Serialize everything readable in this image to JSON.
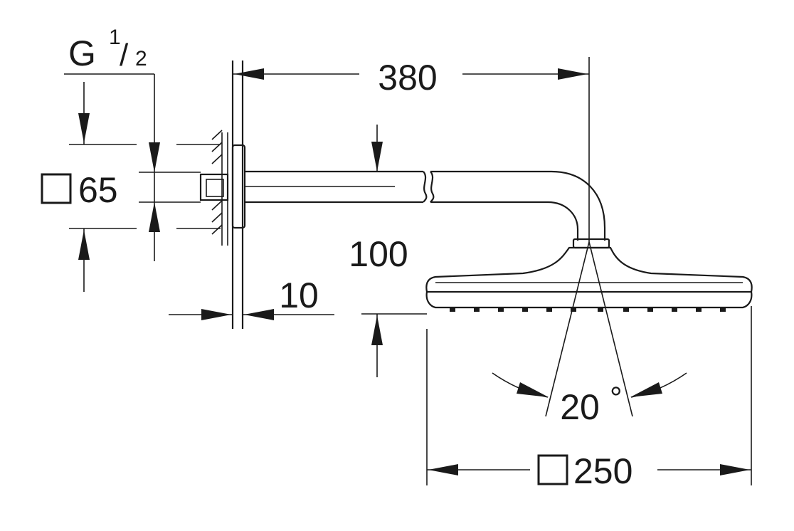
{
  "dimensions": {
    "thread": {
      "letter": "G",
      "numerator": "1",
      "slash": "/",
      "denominator": "2"
    },
    "flange_size": "65",
    "arm_length": "380",
    "drop_height": "100",
    "wall_gap": "10",
    "tilt_angle": "20",
    "tilt_unit": "°",
    "head_size": "250"
  },
  "colors": {
    "line": "#1a1a1a",
    "background": "#ffffff"
  }
}
